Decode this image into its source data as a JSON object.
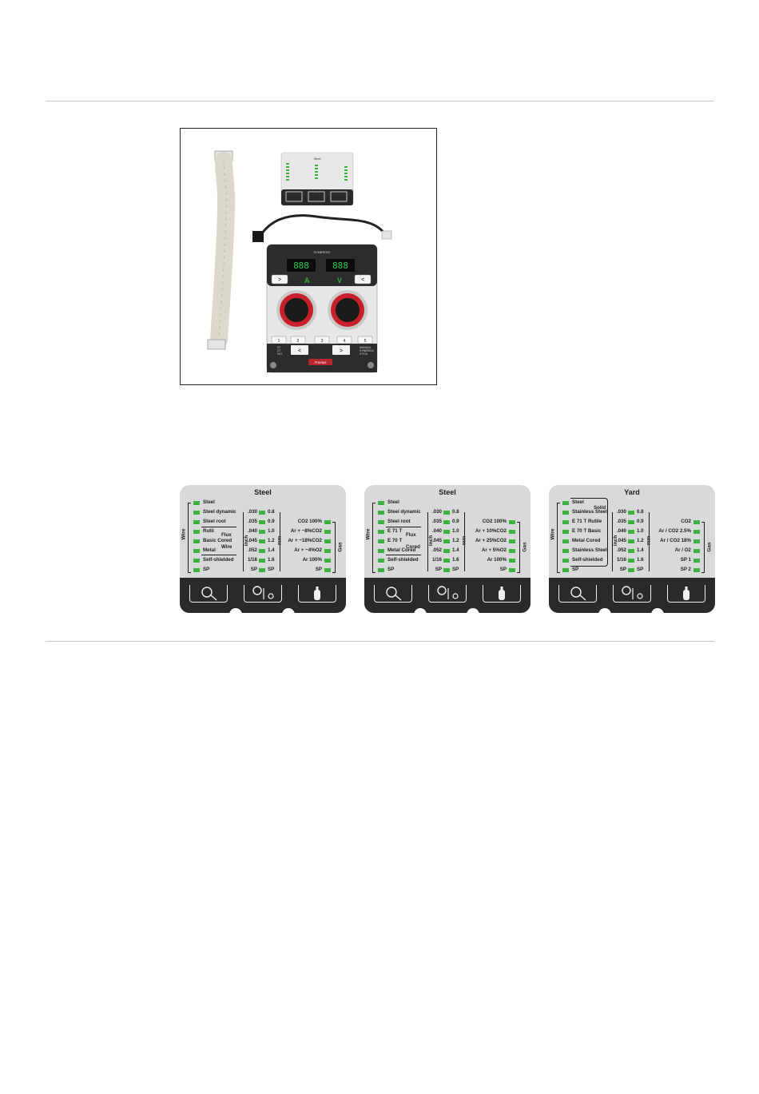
{
  "figure": {
    "title_sticker": "Steel",
    "panel_brand": "SYNERGIC",
    "display_left": "888",
    "display_right": "888",
    "unit_a": "A",
    "unit_v": "V",
    "btn_next": ">",
    "btn_prev": "<",
    "num_buttons": [
      "1",
      "2",
      "3",
      "4",
      "5"
    ],
    "mode_labels": [
      "2T",
      "4T",
      "S4T"
    ],
    "process_labels": [
      "MANUAL",
      "SYNERGIC",
      "STICK"
    ],
    "logo_text": "Fronius"
  },
  "cards": [
    {
      "title": "Steel",
      "wire_label": "Wire",
      "inch_label": "inch",
      "mm_label": "mm",
      "gas_label": "Gas",
      "wire_items": [
        "Steel",
        "Steel dynamic",
        "Steel root",
        "Rutil",
        "Basic Cored",
        "Metal",
        "Self-shielded",
        "SP"
      ],
      "group_labels": [
        "Flux",
        "Wire"
      ],
      "inch_items": [
        ".030",
        ".035",
        ".040",
        ".045",
        ".052",
        "1/16",
        "SP"
      ],
      "mm_items": [
        "0.8",
        "0.9",
        "1.0",
        "1.2",
        "1.4",
        "1.6",
        "SP"
      ],
      "gas_items": [
        "CO2 100%",
        "Ar + ~8%CO2",
        "Ar + ~18%CO2",
        "Ar + ~4%O2",
        "Ar 100%",
        "SP"
      ]
    },
    {
      "title": "Steel",
      "wire_label": "Wire",
      "inch_label": "inch",
      "mm_label": "mm",
      "gas_label": "Gas",
      "wire_items": [
        "Steel",
        "Steel dynamic",
        "Steel root",
        "E 71 T",
        "E 70 T",
        "Metal Cored",
        "Self-shielded",
        "SP"
      ],
      "group_labels": [
        "Flux",
        "Cored"
      ],
      "inch_items": [
        ".030",
        ".035",
        ".040",
        ".045",
        ".052",
        "1/16",
        "SP"
      ],
      "mm_items": [
        "0.8",
        "0.9",
        "1.0",
        "1.2",
        "1.4",
        "1.6",
        "SP"
      ],
      "gas_items": [
        "CO2 100%",
        "Ar + 10%CO2",
        "Ar + 25%CO2",
        "Ar + 5%O2",
        "Ar 100%",
        "SP"
      ]
    },
    {
      "title": "Yard",
      "wire_label": "Wire",
      "inch_label": "inch",
      "mm_label": "mm",
      "gas_label": "Gas",
      "wire_items": [
        "Steel",
        "Stainless Steel",
        "E 71 T  Rutile",
        "E 70 T  Basic",
        "Metal Cored",
        "Stainless Steel",
        "Self-shielded",
        "SP"
      ],
      "group_labels": [
        "Solid"
      ],
      "inch_items": [
        ".030",
        ".035",
        ".040",
        ".045",
        ".052",
        "1/16",
        "SP"
      ],
      "mm_items": [
        "0.8",
        "0.9",
        "1.0",
        "1.2",
        "1.4",
        "1.6",
        "SP"
      ],
      "gas_items": [
        "CO2",
        "Ar / CO2 2.5%",
        "Ar / CO2 18%",
        "Ar / O2",
        "SP 1",
        "SP 2"
      ]
    }
  ],
  "colors": {
    "led_green": "#3fb13f",
    "card_bg": "#d8d9da",
    "card_bottom": "#2a2a2a",
    "display_green": "#31c653",
    "knob_red": "#c8202b"
  }
}
